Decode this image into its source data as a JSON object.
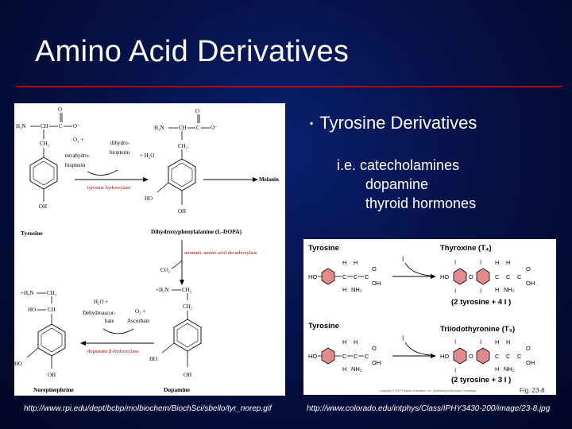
{
  "slide": {
    "title": "Amino Acid Derivatives",
    "bullet": "Tyrosine Derivatives",
    "sub_lines": [
      "i.e. catecholamines",
      "dopamine",
      "thyroid hormones"
    ],
    "url_left": "http://www.rpi.edu/dept/bcbp/molbiochem/BiochSci/sbello/tyr_norep.gif",
    "url_right": "http://www.colorado.edu/intphys/Class/IPHY3430-200/image/23-8.jpg"
  },
  "left_figure": {
    "tyrosine": "Tyrosine",
    "ldopa": "Dihydroxyphenylalanine (L-DOPA)",
    "melanin": "Melanin",
    "norepinephrine": "Norepinephrine",
    "dopamine": "Dopamine",
    "o2_plus": "O₂ +",
    "tetrahydro": "tetrahydro-",
    "biopterin": "biopterin",
    "dihydro": "dihydro-",
    "biopterin2": "biopterin",
    "h2o_plus": "+ H₂O",
    "enzyme1": "tyrosine hydroxylase",
    "enzyme2": "aromatic amino acid decarboxylase",
    "co2": "CO₂",
    "h2o_plus2": "H₂O +",
    "dehydroascor": "Dehydroascor-",
    "bate": "bate",
    "o2_plus2": "O₂ +",
    "ascorbate": "Ascorbate",
    "enzyme3": "dopamine β-hydroxylase",
    "h2n": "H₂N",
    "ch": "CH",
    "c": "C",
    "o": "O",
    "ominus": "O⁻",
    "ch2": "CH₂",
    "oh": "OH",
    "ho": "HO",
    "h3n": "+H₃N",
    "h3n2": "+H₃N"
  },
  "right_figure": {
    "tyrosine1": "Tyrosine",
    "thyroxine": "Thyroxine (T₄)",
    "eq1": "(2 tyrosine + 4 I )",
    "tyrosine2": "Tyrosine",
    "triiodo": "Triiodothyronine (T₃)",
    "eq2": "(2 tyrosine + 3 I )",
    "fig": "Fig. 23-8",
    "copyright": "Copyright © 2007 Pearson Education, Inc., publishing as Benjamin Cummings.",
    "iodine": "I",
    "ho": "HO",
    "o": "O",
    "oh": "OH",
    "h": "H",
    "nh2": "NH₂",
    "c": "C"
  }
}
